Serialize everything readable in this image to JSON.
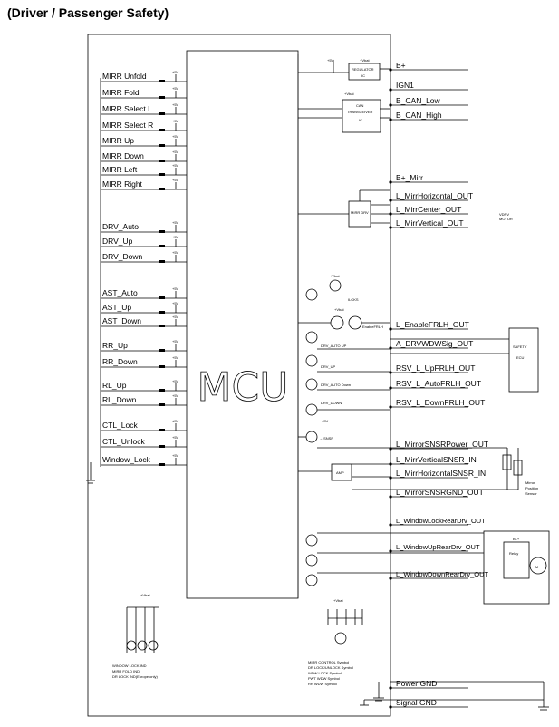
{
  "title": "(Driver / Passenger Safety)",
  "mcu_label": "MCU",
  "vcc_small": "+5V",
  "vbat_small": "+Vbat",
  "left_inputs": [
    "MIRR Unfold",
    "MIRR Fold",
    "MIRR Select L",
    "MIRR Select R",
    "MIRR Up",
    "MIRR Down",
    "MIRR Left",
    "MIRR Right",
    "DRV_Auto",
    "DRV_Up",
    "DRV_Down",
    "AST_Auto",
    "AST_Up",
    "AST_Down",
    "RR_Up",
    "RR_Down",
    "RL_Up",
    "RL_Down",
    "CTL_Lock",
    "CTL_Unlock",
    "Window_Lock"
  ],
  "right_outputs": [
    "B+",
    "IGN1",
    "B_CAN_Low",
    "B_CAN_High",
    "B+_Mirr",
    "L_MirrHorizontal_OUT",
    "L_MirrCenter_OUT",
    "L_MirrVertical_OUT",
    "L_EnableFRLH_OUT",
    "A_DRVWDWSig_OUT",
    "RSV_L_UpFRLH_OUT",
    "RSV_L_AutoFRLH_OUT",
    "RSV_L_DownFRLH_OUT",
    "L_MirrorSNSRPower_OUT",
    "L_MirrVerticalSNSR_IN",
    "L_MirrHorizontalSNSR_IN",
    "L_MirrorSNSRGND_OUT",
    "L_WindowLockRearDrv_OUT",
    "L_WindowUpRearDrv_OUT",
    "L_WindowDownRearDrv_OUT",
    "Power GND",
    "Signal GND"
  ],
  "blocks": {
    "regulator": [
      "REGULATOR",
      "IC"
    ],
    "can": [
      "CAN",
      "TRANSCEIVER",
      "IC"
    ],
    "mirror_drv": "MIRR DRV",
    "safety": [
      "SAFETY",
      "ECU"
    ],
    "sensor_amp": "AMP",
    "relay": "Relay",
    "motor": "M",
    "bl": "BL+",
    "enable": "EnableFRLH",
    "vdrv": [
      "VDRV",
      "MOTOR"
    ],
    "ilcks": "ILCKS",
    "drv_up": "DRV_UP",
    "drv_auto_up": "DRV_AUTO UP",
    "drv_auto_down": "DRV_AUTO Down",
    "drv_down": "DRV_DOWN",
    "sensor_side": [
      "Mirror",
      "Position",
      "Sensor"
    ],
    "sens_mark": "→ SNSR",
    "bottom_left_legend": [
      "WINDOW LOCK IND",
      "MIRR FOLD IND",
      "DR LOCK IND(Europe only)"
    ],
    "bottom_center_legend": [
      "MIRR CONTROL Symbol",
      "DR LOCK/UNLOCK Symbol",
      "WDW LOCK Symbol",
      "PWT WDW Symbol",
      "RR WDW Symbol"
    ]
  }
}
